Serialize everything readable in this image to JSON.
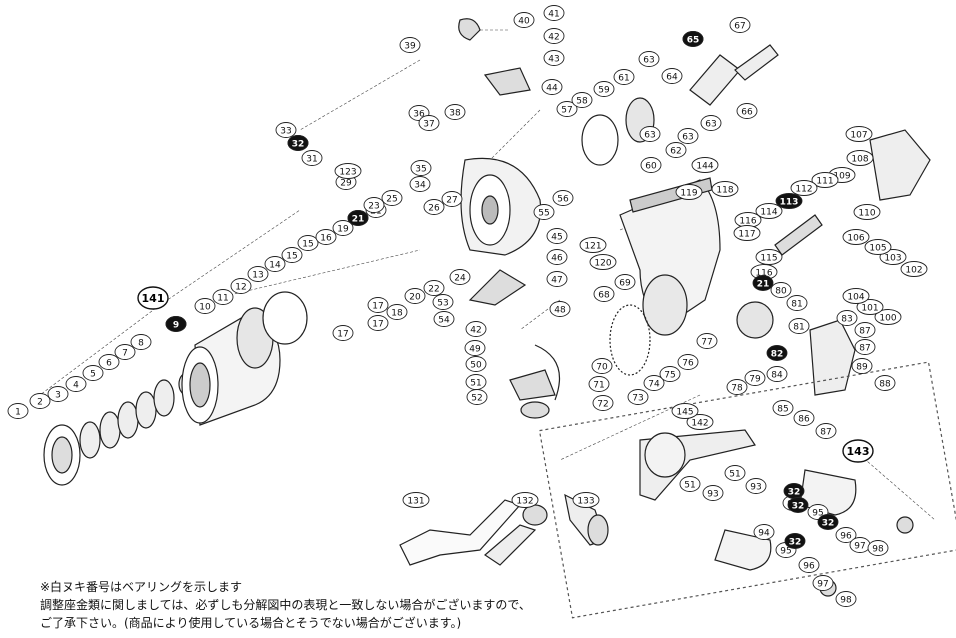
{
  "diagram": {
    "part_labels": [
      "1",
      "2",
      "3",
      "4",
      "5",
      "6",
      "7",
      "8",
      "9",
      "10",
      "11",
      "12",
      "13",
      "14",
      "15",
      "15",
      "16",
      "17",
      "17",
      "17",
      "18",
      "19",
      "20",
      "21",
      "21",
      "22",
      "23",
      "24",
      "25",
      "26",
      "27",
      "29",
      "31",
      "32",
      "32",
      "32",
      "32",
      "32",
      "33",
      "34",
      "35",
      "36",
      "37",
      "38",
      "39",
      "40",
      "41",
      "42",
      "42",
      "43",
      "44",
      "45",
      "46",
      "47",
      "48",
      "49",
      "50",
      "51",
      "51",
      "51",
      "52",
      "53",
      "54",
      "55",
      "56",
      "57",
      "58",
      "59",
      "60",
      "61",
      "62",
      "63",
      "63",
      "63",
      "63",
      "64",
      "65",
      "66",
      "67",
      "68",
      "69",
      "70",
      "71",
      "72",
      "73",
      "74",
      "75",
      "76",
      "77",
      "78",
      "79",
      "80",
      "81",
      "81",
      "82",
      "83",
      "84",
      "85",
      "86",
      "87",
      "87",
      "87",
      "88",
      "89",
      "93",
      "93",
      "94",
      "94",
      "95",
      "95",
      "96",
      "96",
      "97",
      "97",
      "98",
      "98",
      "100",
      "101",
      "102",
      "103",
      "104",
      "105",
      "106",
      "107",
      "108",
      "109",
      "110",
      "111",
      "112",
      "113",
      "114",
      "115",
      "116",
      "116",
      "117",
      "118",
      "119",
      "120",
      "121",
      "123",
      "131",
      "132",
      "133",
      "141",
      "142",
      "143",
      "144",
      "145"
    ],
    "bearing_labels": [
      "9",
      "21",
      "21",
      "32",
      "32",
      "32",
      "32",
      "32",
      "65",
      "82",
      "113"
    ],
    "group_labels": [
      "141",
      "143"
    ]
  },
  "notes": {
    "line1": "※白ヌキ番号はベアリングを示します",
    "line2": "調整座金類に関しましては、必ずしも分解図中の表現と一致しない場合がございますので、",
    "line3": "ご了承下さい。(商品により使用している場合とそうでない場合がございます。)"
  }
}
